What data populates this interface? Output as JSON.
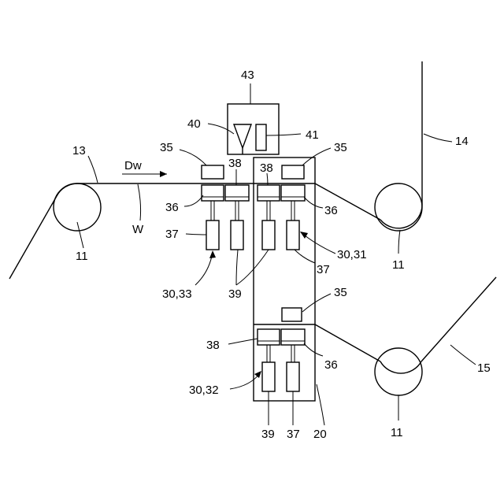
{
  "labels": {
    "web_upper": "13",
    "web_right": "14",
    "web_lower": "15",
    "direction": "Dw",
    "web": "W",
    "roller_left": "11",
    "roller_right_top": "11",
    "roller_right_bottom": "11",
    "unit_43": "43",
    "unit_40": "40",
    "unit_41": "41",
    "sensor_left": "35",
    "sensor_right": "35",
    "sensor_lower": "35",
    "pad_38_a": "38",
    "pad_38_b": "38",
    "pad_38_c": "38",
    "head_36_left": "36",
    "head_36_right": "36",
    "head_36_lower": "36",
    "cyl_37_left": "37",
    "cyl_37_right": "37",
    "cyl_37_lower": "37",
    "stage_30_33": "30,33",
    "stage_30_31": "30,31",
    "stage_30_32": "30,32",
    "cyl_39_upper": "39",
    "cyl_39_lower": "39",
    "frame_20": "20"
  }
}
